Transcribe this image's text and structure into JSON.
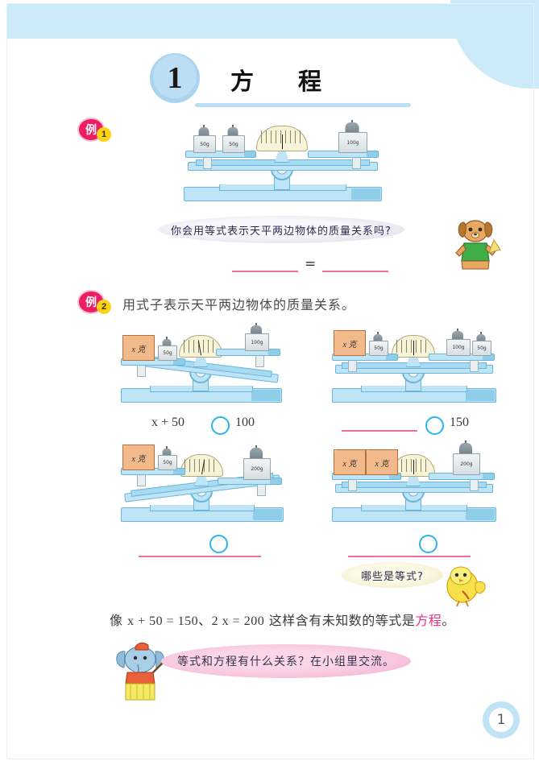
{
  "page": {
    "number": "1",
    "chapter_number": "1",
    "chapter_title": "方　程"
  },
  "example1": {
    "badge_label": "例",
    "badge_number": "1",
    "question_bubble": "你会用等式表示天平两边物体的质量关系吗?",
    "equals_sign": "=",
    "scale": {
      "state": "balanced",
      "left_items": [
        "50g",
        "50g"
      ],
      "right_items": [
        "100g"
      ]
    }
  },
  "example2": {
    "badge_label": "例",
    "badge_number": "2",
    "heading": "用式子表示天平两边物体的质量关系。",
    "scales": [
      {
        "id": "scale-a",
        "state": "left-down",
        "left_items": [
          "x 克",
          "50g"
        ],
        "right_items": [
          "100g"
        ],
        "expression_left": "x + 50",
        "expression_right": "100",
        "operator_placeholder": "○",
        "blank": false
      },
      {
        "id": "scale-b",
        "state": "balanced",
        "left_items": [
          "x 克",
          "50g"
        ],
        "right_items": [
          "100g",
          "50g"
        ],
        "expression_left": "",
        "expression_right": "150",
        "operator_placeholder": "○",
        "blank": true
      },
      {
        "id": "scale-c",
        "state": "right-down",
        "left_items": [
          "x 克",
          "50g"
        ],
        "right_items": [
          "200g"
        ],
        "expression_left": "",
        "expression_right": "",
        "operator_placeholder": "○",
        "blank": true
      },
      {
        "id": "scale-d",
        "state": "balanced",
        "left_items": [
          "x 克",
          "x 克"
        ],
        "right_items": [
          "200g"
        ],
        "expression_left": "",
        "expression_right": "",
        "operator_placeholder": "○",
        "blank": true
      }
    ],
    "bird_bubble": "哪些是等式?"
  },
  "conclusion": {
    "prefix": "像",
    "equation_1": "x + 50 = 150",
    "separator": "、",
    "equation_2": "2 x = 200",
    "middle": "这样含有未知数的等式是",
    "highlight": "方程",
    "suffix": "。"
  },
  "discussion": {
    "elephant_bubble": "等式和方程有什么关系？在小组里交流。"
  },
  "colors": {
    "band": "#cdeaf9",
    "scale_blue": "#bfe4f5",
    "accent_pink": "#ec2f86",
    "answer_line": "#ef6f9c",
    "circle_blue": "#29b6e8",
    "badge_red": "#ec1e63",
    "badge_yellow": "#fcd217"
  },
  "icons": {
    "dog": "dog-character-icon",
    "bird": "bird-character-icon",
    "elephant": "elephant-character-icon"
  }
}
